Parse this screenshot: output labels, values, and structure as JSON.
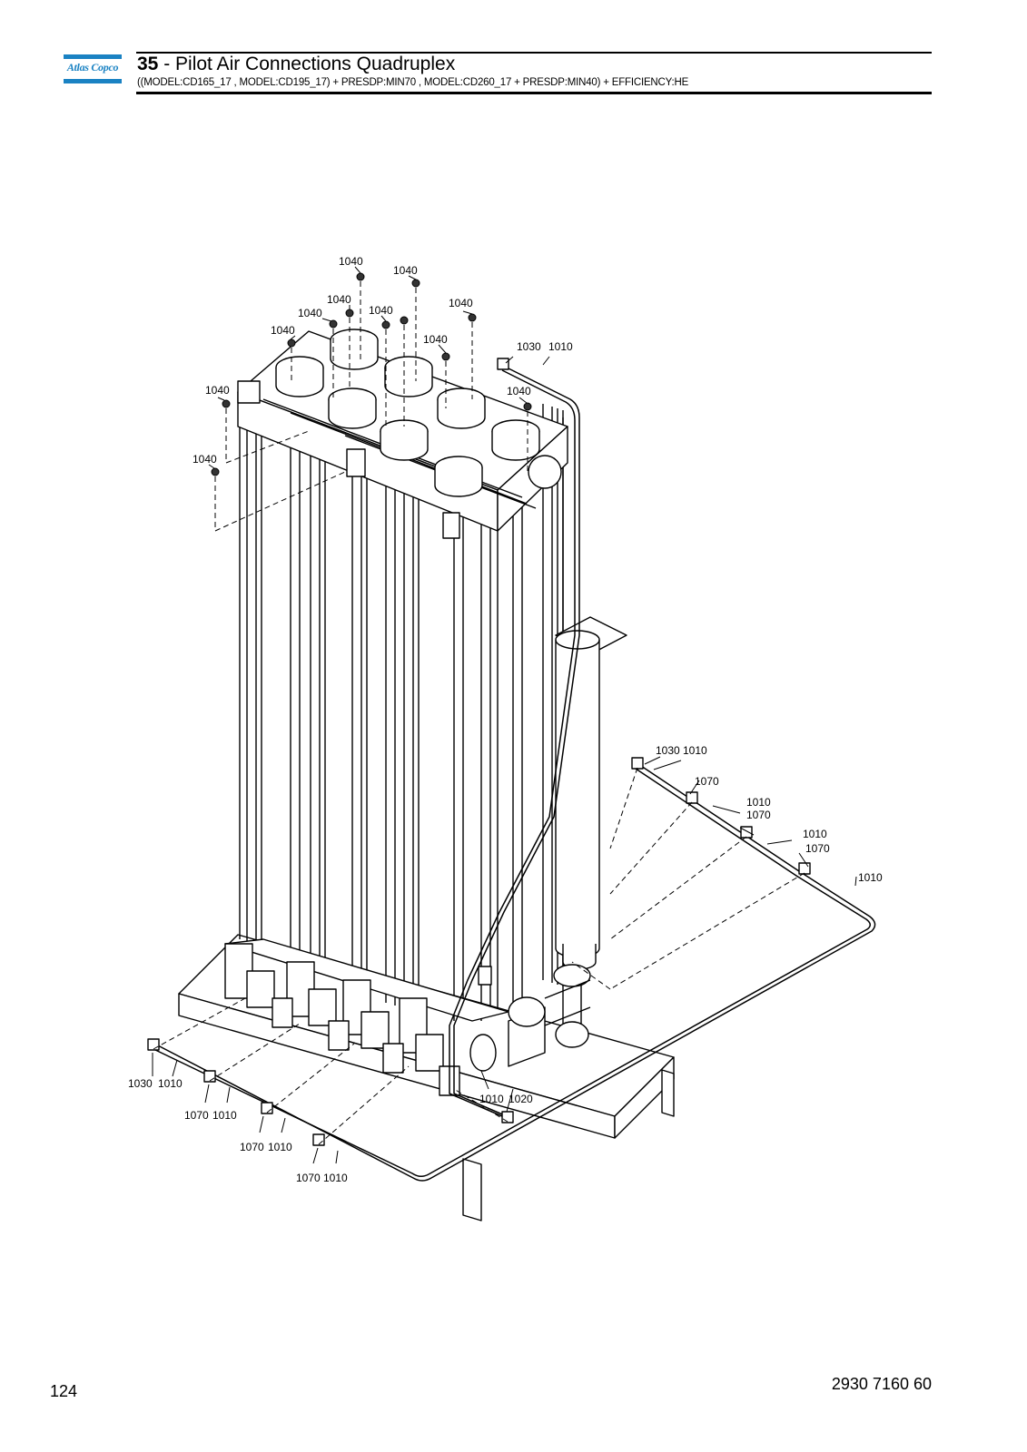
{
  "header": {
    "logo_text": "Atlas Copco",
    "section_number": "35",
    "separator": " - ",
    "title": "Pilot Air Connections Quadruplex",
    "subtitle": "((MODEL:CD165_17 , MODEL:CD195_17) + PRESDP:MIN70 , MODEL:CD260_17 + PRESDP:MIN40) + EFFICIENCY:HE"
  },
  "callouts": [
    "1040",
    "1040",
    "1040",
    "1040",
    "1040",
    "1040",
    "1040",
    "1040",
    "1040",
    "1040",
    "1040",
    "1030",
    "1010",
    "1030",
    "1010",
    "1070",
    "1010",
    "1070",
    "1010",
    "1070",
    "1010",
    "1030",
    "1010",
    "1070",
    "1010",
    "1070",
    "1010",
    "1070",
    "1010",
    "1010",
    "1020"
  ],
  "footer": {
    "page_number": "124",
    "document_number": "2930 7160 60"
  }
}
